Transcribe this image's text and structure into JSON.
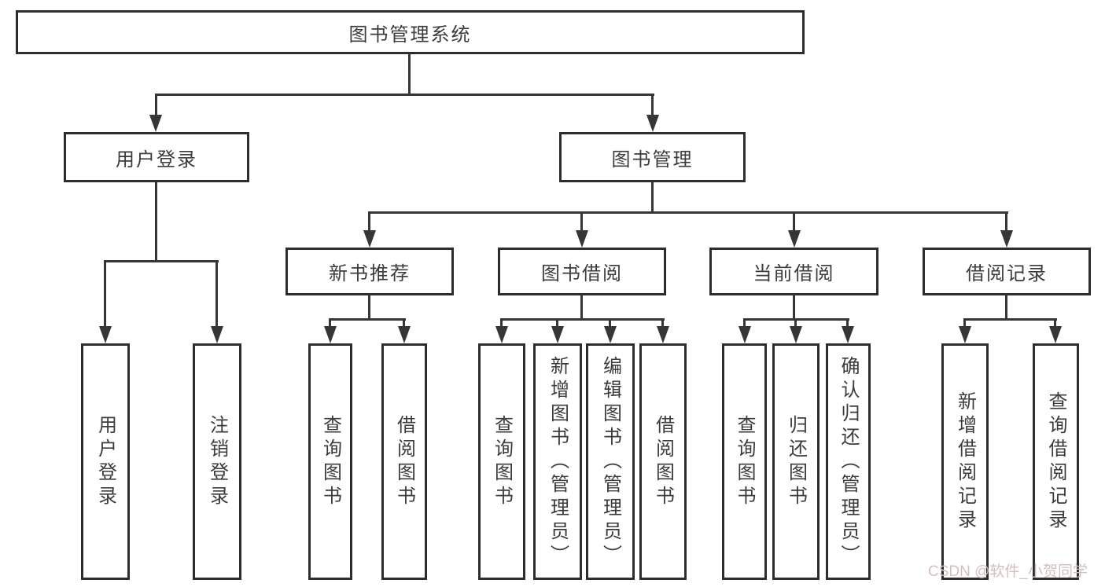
{
  "colors": {
    "line": "#363636",
    "box_border": "#2d2d2d",
    "text": "#3b3b3b",
    "background": "#ffffff",
    "watermark": "#d2bfbf"
  },
  "watermark": {
    "text": "CSDN @软件_小贺同学"
  },
  "tree": {
    "root": {
      "label": "图书管理系统"
    },
    "branches": [
      {
        "label": "用户登录",
        "children": [
          {
            "label": "用户登录"
          },
          {
            "label": "注销登录"
          }
        ]
      },
      {
        "label": "图书管理",
        "children": [
          {
            "label": "新书推荐",
            "children": [
              {
                "label": "查询图书"
              },
              {
                "label": "借阅图书"
              }
            ]
          },
          {
            "label": "图书借阅",
            "children": [
              {
                "label": "查询图书"
              },
              {
                "label": "新增图书（管理员）"
              },
              {
                "label": "编辑图书（管理员）"
              },
              {
                "label": "借阅图书"
              }
            ]
          },
          {
            "label": "当前借阅",
            "children": [
              {
                "label": "查询图书"
              },
              {
                "label": "归还图书"
              },
              {
                "label": "确认归还（管理员）"
              }
            ]
          },
          {
            "label": "借阅记录",
            "children": [
              {
                "label": "新增借阅记录"
              },
              {
                "label": "查询借阅记录"
              }
            ]
          }
        ]
      }
    ]
  }
}
